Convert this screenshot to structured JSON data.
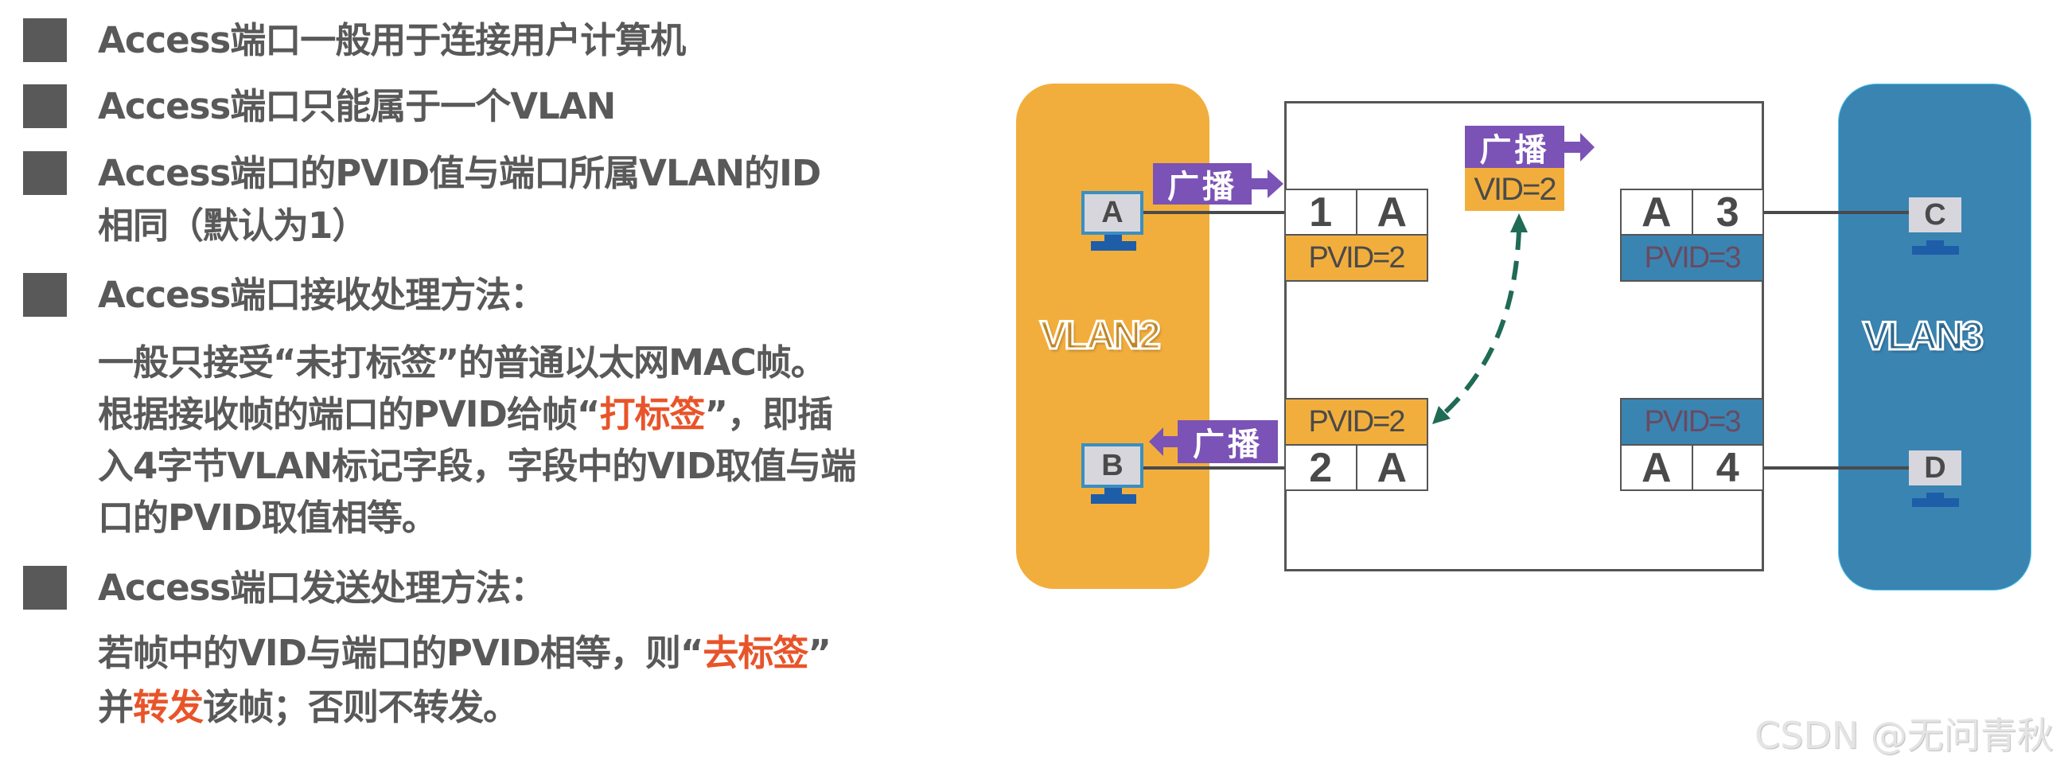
{
  "bullets": [
    {
      "lines": [
        [
          {
            "text": "Access端口一般用于连接用户计算机"
          }
        ]
      ]
    },
    {
      "lines": [
        [
          {
            "text": "Access端口只能属于一个VLAN"
          }
        ]
      ]
    },
    {
      "lines": [
        [
          {
            "text": "Access端口的PVID值与端口所属VLAN的ID"
          }
        ],
        [
          {
            "text": "相同（默认为1）"
          }
        ]
      ]
    },
    {
      "lines": [
        [
          {
            "text": "Access端口接收处理方法："
          }
        ]
      ]
    },
    {
      "lines": [
        [
          {
            "text": "Access端口发送处理方法："
          }
        ]
      ]
    }
  ],
  "receive_detail": {
    "line1": "一般只接受“未打标签”的普通以太网MAC帧。",
    "line2_a": "根据接收帧的端口的PVID给帧“",
    "line2_hl": "打标签",
    "line2_b": "”，即插",
    "line3": "入4字节VLAN标记字段，字段中的VID取值与端",
    "line4": "口的PVID取值相等。"
  },
  "send_detail": {
    "line1_a": "若帧中的VID与端口的PVID相等，则“",
    "line1_hl": "去标签",
    "line1_b": "”",
    "line2_a": "并",
    "line2_hl": "转发",
    "line2_b": "该帧；否则不转发。"
  },
  "diagram": {
    "vlans": [
      {
        "label": "VLAN2",
        "color": "#F2AE3C"
      },
      {
        "label": "VLAN3",
        "color": "#3A84B2"
      }
    ],
    "hosts": {
      "a": "A",
      "b": "B",
      "c": "C",
      "d": "D"
    },
    "ports": {
      "p1": {
        "cells": [
          "1",
          "A"
        ],
        "pvid": "PVID=2"
      },
      "p2": {
        "cells": [
          "2",
          "A"
        ],
        "pvid": "PVID=2"
      },
      "p3": {
        "cells": [
          "A",
          "3"
        ],
        "pvid": "PVID=3"
      },
      "p4": {
        "cells": [
          "A",
          "4"
        ],
        "pvid": "PVID=3"
      }
    },
    "broadcast_label": "广播",
    "tagged_frame": {
      "label": "广播",
      "vid": "VID=2"
    },
    "colors": {
      "broadcast": "#7B52B5",
      "arrow_dashed": "#1F6B55",
      "highlight": "#E8542A"
    }
  },
  "watermark": "CSDN @无问青秋"
}
